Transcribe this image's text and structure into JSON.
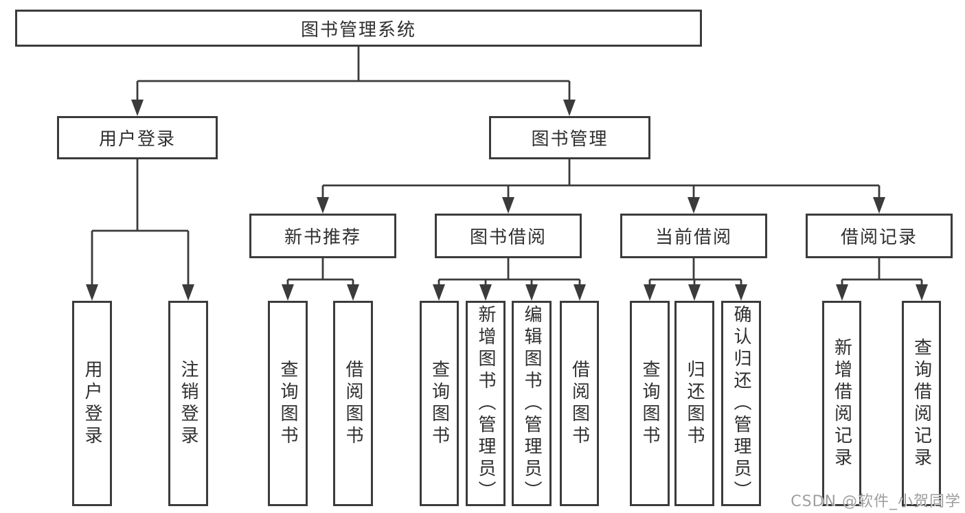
{
  "colors": {
    "line": "#3b3b3b",
    "text": "#2f2f2f",
    "watermark": "#9e9e9e",
    "background": "#ffffff"
  },
  "watermark": {
    "text": "CSDN @软件_小贺同学"
  },
  "diagram": {
    "root": {
      "label": "图书管理系统"
    },
    "branches": [
      {
        "label": "用户登录",
        "children": [
          {
            "label": "用户登录"
          },
          {
            "label": "注销登录"
          }
        ]
      },
      {
        "label": "图书管理",
        "children": [
          {
            "label": "新书推荐",
            "children": [
              {
                "label": "查询图书"
              },
              {
                "label": "借阅图书"
              }
            ]
          },
          {
            "label": "图书借阅",
            "children": [
              {
                "label": "查询图书"
              },
              {
                "label": "新增图书（管理员）"
              },
              {
                "label": "编辑图书（管理员）"
              },
              {
                "label": "借阅图书"
              }
            ]
          },
          {
            "label": "当前借阅",
            "children": [
              {
                "label": "查询图书"
              },
              {
                "label": "归还图书"
              },
              {
                "label": "确认归还（管理员）"
              }
            ]
          },
          {
            "label": "借阅记录",
            "children": [
              {
                "label": "新增借阅记录"
              },
              {
                "label": "查询借阅记录"
              }
            ]
          }
        ]
      }
    ]
  }
}
